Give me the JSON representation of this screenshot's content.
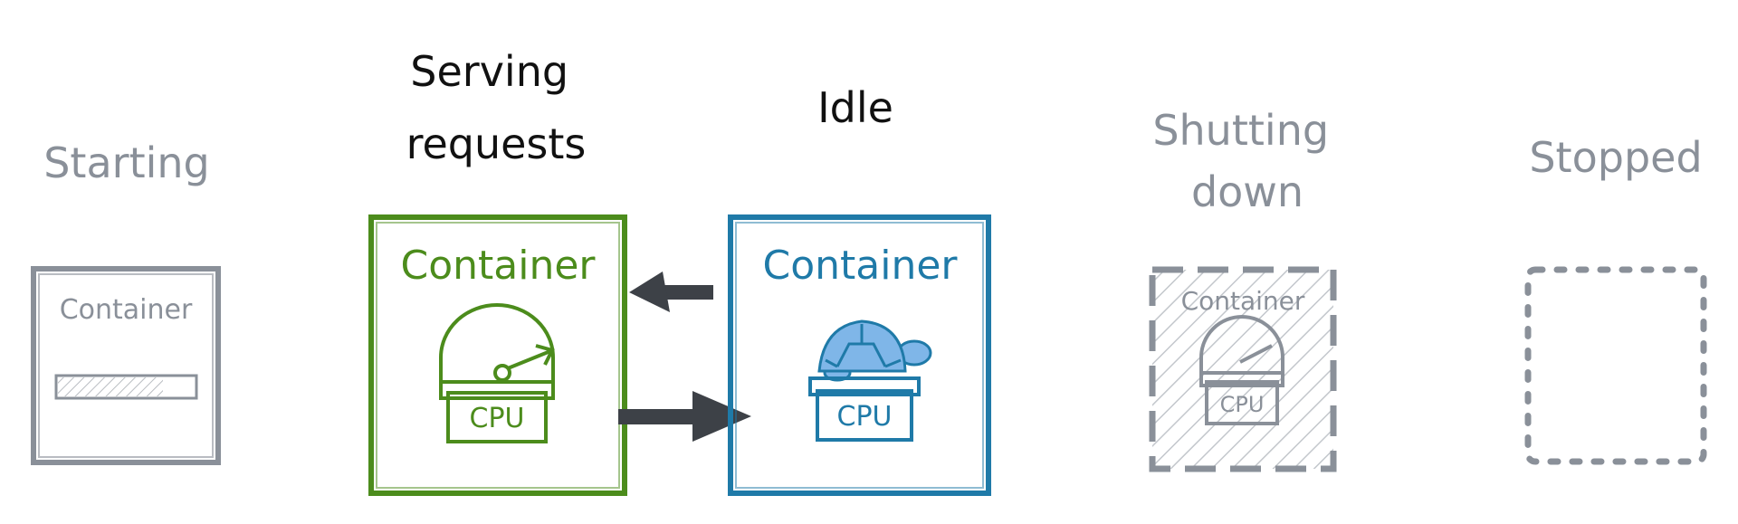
{
  "states": [
    {
      "id": "starting",
      "label_lines": [
        "Starting"
      ],
      "container_label": "Container",
      "color": "#8a9099"
    },
    {
      "id": "serving",
      "label_lines": [
        "Serving",
        "requests"
      ],
      "container_label": "Container",
      "cpu_label": "CPU",
      "color": "#4c8c1c"
    },
    {
      "id": "idle",
      "label_lines": [
        "Idle"
      ],
      "container_label": "Container",
      "cpu_label": "CPU",
      "color": "#1f7aa8"
    },
    {
      "id": "shutting-down",
      "label_lines": [
        "Shutting",
        "down"
      ],
      "container_label": "Container",
      "cpu_label": "CPU",
      "color": "#8a9099"
    },
    {
      "id": "stopped",
      "label_lines": [
        "Stopped"
      ],
      "color": "#8a9099"
    }
  ],
  "colors": {
    "active_label": "#111111",
    "inactive_label": "#8a9099",
    "arrow": "#3d4147",
    "turtle_fill": "#7fb6e8"
  },
  "icons": [
    "loading-bar-icon",
    "gauge-icon",
    "turtle-icon",
    "arrow-left-icon",
    "arrow-right-icon"
  ]
}
